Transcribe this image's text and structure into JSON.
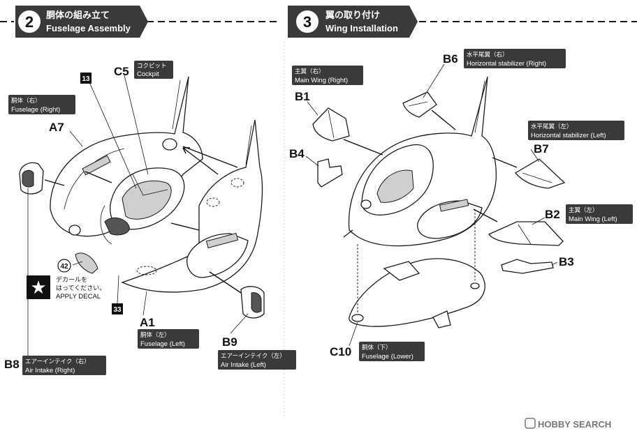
{
  "steps": [
    {
      "number": "2",
      "title_jp": "胴体の組み立て",
      "title_en": "Fuselage Assembly"
    },
    {
      "number": "3",
      "title_jp": "翼の取り付け",
      "title_en": "Wing Installation"
    }
  ],
  "step2_parts": {
    "C5": {
      "code": "C5",
      "jp": "コクピット",
      "en": "Cockpit"
    },
    "A7": {
      "code": "A7",
      "jp": "胴体（右）",
      "en": "Fuselage (Right)"
    },
    "A1": {
      "code": "A1",
      "jp": "胴体（左）",
      "en": "Fuselage (Left)"
    },
    "B8": {
      "code": "B8",
      "jp": "エアーインテイク（右）",
      "en": "Air Intake (Right)"
    },
    "B9": {
      "code": "B9",
      "jp": "エアーインテイク（左）",
      "en": "Air Intake (Left)"
    }
  },
  "step2_markers": {
    "paint_13": "13",
    "paint_33": "33",
    "decal_42": "42",
    "decal_jp_1": "デカールを",
    "decal_jp_2": "はってください。",
    "decal_en": "APPLY DECAL"
  },
  "step3_parts": {
    "B6": {
      "code": "B6",
      "jp": "水平尾翼（右）",
      "en": "Horizontal stabilizer (Right)"
    },
    "B1": {
      "code": "B1",
      "jp": "主翼（右）",
      "en": "Main Wing (Right)"
    },
    "B4": {
      "code": "B4"
    },
    "B7": {
      "code": "B7",
      "jp": "水平尾翼（左）",
      "en": "Horizontal stabilizer (Left)"
    },
    "B2": {
      "code": "B2",
      "jp": "主翼（左）",
      "en": "Main Wing (Left)"
    },
    "B3": {
      "code": "B3"
    },
    "C10": {
      "code": "C10",
      "jp": "胴体（下）",
      "en": "Fuselage (Lower)"
    }
  },
  "watermark": {
    "text": "HOBBY SEARCH"
  }
}
